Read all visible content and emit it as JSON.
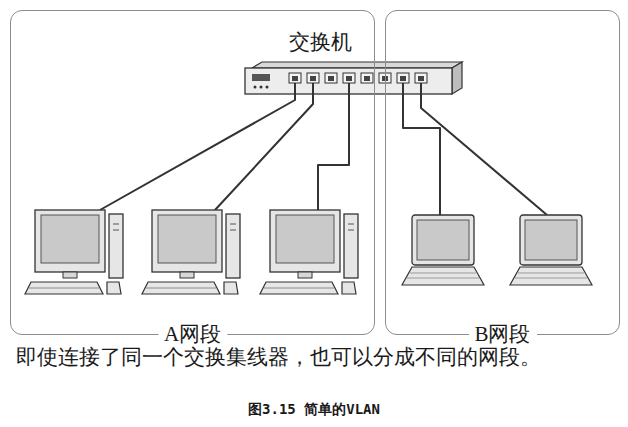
{
  "diagram": {
    "caption": "图3.15 简单的VLAN",
    "nodes": [
      {
        "text": [
          "交换机"
        ]
      },
      {
        "text": [
          "A网段"
        ]
      },
      {
        "text": [
          "B网段"
        ]
      }
    ],
    "labels": [
      "即使连接了同一个交换集线器，也可以分成不同的网段。"
    ]
  }
}
